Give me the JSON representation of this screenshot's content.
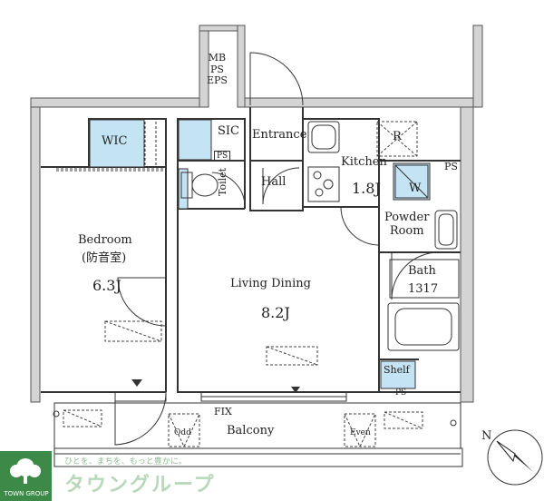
{
  "rooms": {
    "mb_ps_eps": {
      "line1": "MB",
      "line2": "PS",
      "line3": "EPS"
    },
    "wic": "WIC",
    "sic": "SIC",
    "ps_toilet": "PS",
    "entrance": "Entrance",
    "hall": "Hall",
    "toilet": "Toilet",
    "kitchen": {
      "name": "Kitchen",
      "size": "1.8J"
    },
    "refrigerator": "R",
    "ps_kitchen": "PS",
    "washer": "W",
    "powder_room": {
      "line1": "Powder",
      "line2": "Room"
    },
    "bath": {
      "name": "Bath",
      "size": "1317"
    },
    "bedroom": {
      "name": "Bedroom",
      "note": "(防音室)",
      "size": "6.3J"
    },
    "living_dining": {
      "name": "Living Dining",
      "size": "8.2J"
    },
    "shelf": "Shelf",
    "ps_shelf": "PS",
    "fix": "FIX",
    "balcony": "Balcony",
    "odd": "Odd",
    "even": "Even"
  },
  "compass": {
    "label": "N"
  },
  "logo": {
    "tagline": "ひとを、まちを、もっと豊かに。",
    "brand": "タウングループ",
    "company": "TOWN GROUP"
  },
  "colors": {
    "accent_blue": "#c4e3f3",
    "wall_gray": "#d4d4d4",
    "line": "#333333",
    "logo_green": "#3d8a48"
  }
}
